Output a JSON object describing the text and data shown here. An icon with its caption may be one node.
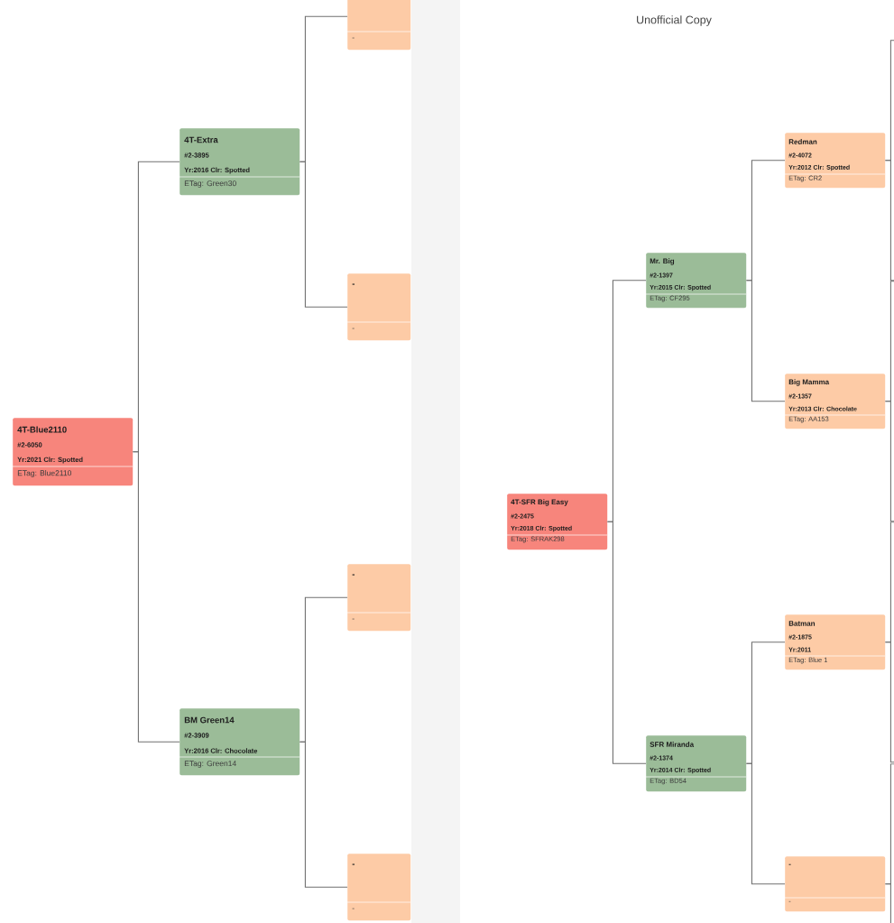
{
  "diagram": {
    "title": "Unofficial Copy",
    "nodes": [
      {
        "text": [
          "4T-Blue2110",
          "#2-6050",
          "Yr:2021 Clr: Spotted",
          "ETag: Blue2110"
        ]
      },
      {
        "text": [
          "4T-Extra",
          "#2-3895",
          "Yr:2016 Clr: Spotted",
          "ETag: Green30"
        ]
      },
      {
        "text": [
          "BM Green14",
          "#2-3909",
          "Yr:2016 Clr: Chocolate",
          "ETag: Green14"
        ]
      },
      {
        "text": [
          "-"
        ]
      },
      {
        "text": [
          "-",
          "-"
        ]
      },
      {
        "text": [
          "-",
          "-"
        ]
      },
      {
        "text": [
          "-",
          "-"
        ]
      },
      {
        "text": [
          "4T-SFR Big Easy",
          "#2-2475",
          "Yr:2018 Clr: Spotted",
          "ETag: SFRAK298"
        ]
      },
      {
        "text": [
          "Mr. Big",
          "#2-1397",
          "Yr:2015 Clr: Spotted",
          "ETag: CF295"
        ]
      },
      {
        "text": [
          "SFR Miranda",
          "#2-1374",
          "Yr:2014 Clr: Spotted",
          "ETag: BD54"
        ]
      },
      {
        "text": [
          "Redman",
          "#2-4072",
          "Yr:2012 Clr: Spotted",
          "ETag: CR2"
        ]
      },
      {
        "text": [
          "Big Mamma",
          "#2-1357",
          "Yr:2013 Clr: Chocolate",
          "ETag: AA153"
        ]
      },
      {
        "text": [
          "Batman",
          "#2-1875",
          "Yr:2011",
          "ETag: Blue 1"
        ]
      },
      {
        "text": [
          "-",
          "-"
        ]
      }
    ],
    "edges": [
      {
        "from": 0,
        "to": 1,
        "arrow": "none"
      },
      {
        "from": 0,
        "to": 2,
        "arrow": "none"
      },
      {
        "from": 1,
        "to": 3,
        "arrow": "none"
      },
      {
        "from": 1,
        "to": 4,
        "arrow": "none"
      },
      {
        "from": 2,
        "to": 5,
        "arrow": "none"
      },
      {
        "from": 2,
        "to": 6,
        "arrow": "none"
      },
      {
        "from": 7,
        "to": 8,
        "arrow": "none"
      },
      {
        "from": 7,
        "to": 9,
        "arrow": "none"
      },
      {
        "from": 8,
        "to": 10,
        "arrow": "none"
      },
      {
        "from": 8,
        "to": 11,
        "arrow": "none"
      },
      {
        "from": 9,
        "to": 12,
        "arrow": "none"
      },
      {
        "from": 9,
        "to": 13,
        "arrow": "none"
      },
      {
        "from": 10,
        "to": null,
        "arrow": "none"
      },
      {
        "from": 10,
        "to": null,
        "arrow": "none"
      },
      {
        "from": 11,
        "to": null,
        "arrow": "none"
      },
      {
        "from": 11,
        "to": null,
        "arrow": "none"
      },
      {
        "from": 12,
        "to": null,
        "arrow": "none"
      },
      {
        "from": 12,
        "to": null,
        "arrow": "none"
      },
      {
        "from": 13,
        "to": null,
        "arrow": "none"
      },
      {
        "from": 13,
        "to": null,
        "arrow": "none"
      }
    ]
  }
}
